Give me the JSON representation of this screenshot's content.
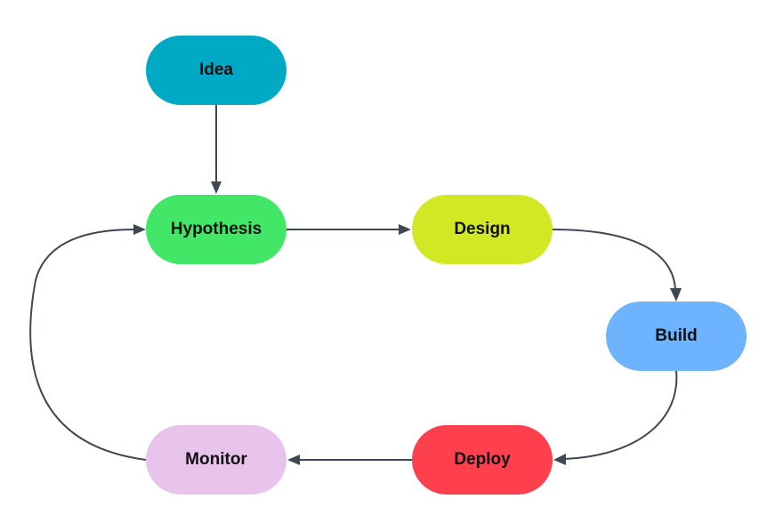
{
  "diagram": {
    "nodes": [
      {
        "id": "idea",
        "label": "Idea",
        "color": "#02a9c5"
      },
      {
        "id": "hypothesis",
        "label": "Hypothesis",
        "color": "#42e767"
      },
      {
        "id": "design",
        "label": "Design",
        "color": "#d3e825"
      },
      {
        "id": "build",
        "label": "Build",
        "color": "#6db3fe"
      },
      {
        "id": "deploy",
        "label": "Deploy",
        "color": "#fe3f4d"
      },
      {
        "id": "monitor",
        "label": "Monitor",
        "color": "#e8c4ec"
      }
    ],
    "edges": [
      {
        "from": "idea",
        "to": "hypothesis"
      },
      {
        "from": "hypothesis",
        "to": "design"
      },
      {
        "from": "design",
        "to": "build"
      },
      {
        "from": "build",
        "to": "deploy"
      },
      {
        "from": "deploy",
        "to": "monitor"
      },
      {
        "from": "monitor",
        "to": "hypothesis"
      }
    ],
    "edge_color": "#3f4752"
  }
}
